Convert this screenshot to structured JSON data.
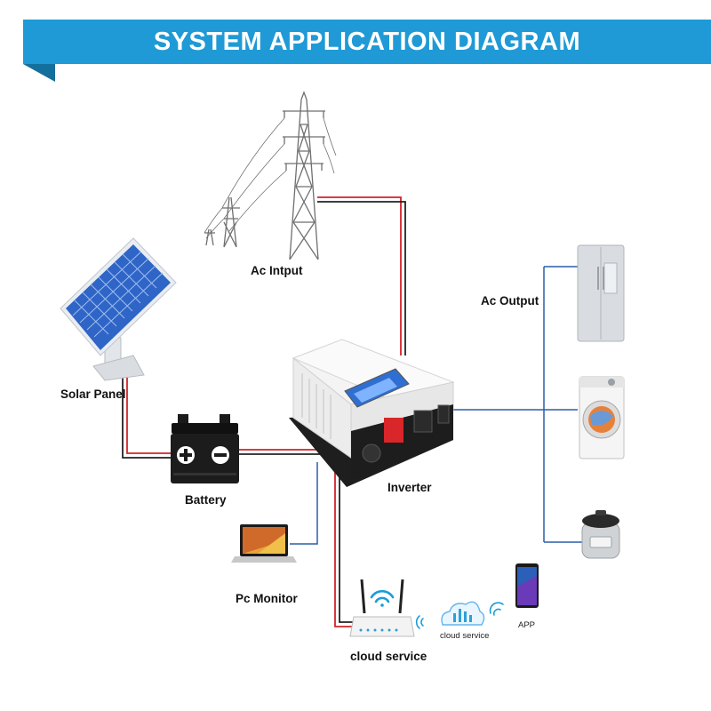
{
  "title": "SYSTEM APPLICATION DIAGRAM",
  "labels": {
    "ac_input": "Ac Intput",
    "ac_output": "Ac Output",
    "solar_panel": "Solar Panel",
    "battery": "Battery",
    "inverter": "Inverter",
    "pc_monitor": "Pc Monitor",
    "cloud_service": "cloud service",
    "cloud_service_small": "cloud service",
    "app": "APP"
  },
  "colors": {
    "banner": "#1f9ad6",
    "wire_red": "#d3232a",
    "wire_black": "#222222",
    "wire_blue": "#2a5ea8"
  },
  "icons": [
    "pylon-icon",
    "solar-panel-icon",
    "battery-icon",
    "inverter-icon",
    "laptop-icon",
    "router-icon",
    "wifi-icon",
    "cloud-icon",
    "phone-icon",
    "fridge-icon",
    "washing-machine-icon",
    "rice-cooker-icon"
  ]
}
